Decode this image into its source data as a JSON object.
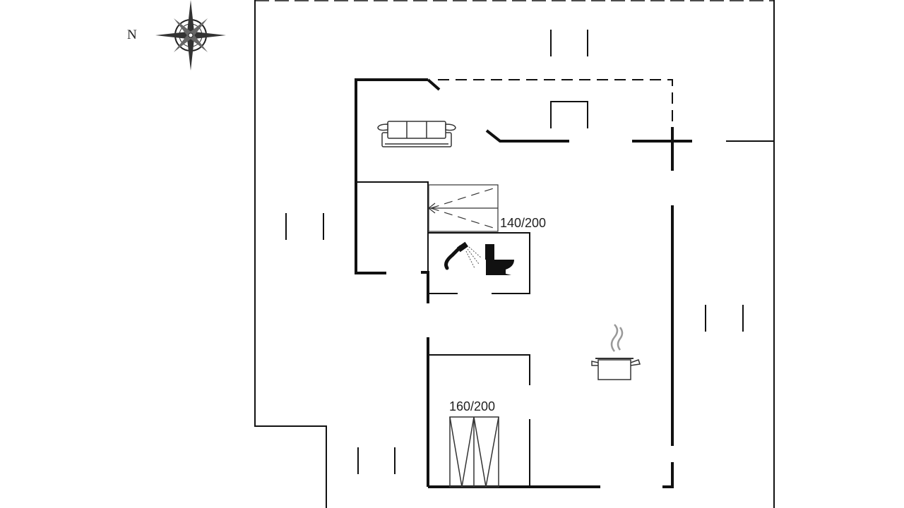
{
  "compass": {
    "north_label": "N",
    "icon": "compass-rose-icon"
  },
  "bedrooms": [
    {
      "bed_size": "140/200",
      "icon": "bunk-bed-icon"
    },
    {
      "bed_size": "160/200",
      "icon": "double-bed-icon"
    }
  ],
  "rooms": {
    "living": {
      "icon": "sofa-icon"
    },
    "bathroom": {
      "icons": [
        "shower-icon",
        "toilet-icon"
      ]
    },
    "kitchen": {
      "icon": "cooking-pot-icon"
    }
  },
  "colors": {
    "wall": "#111111",
    "line": "#222222",
    "background": "#ffffff"
  }
}
